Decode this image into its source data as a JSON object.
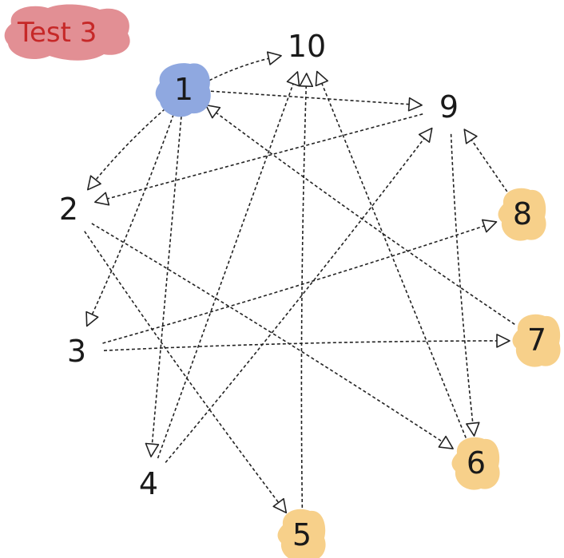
{
  "title": "Test 3",
  "colors": {
    "title_blob": "#e28f94",
    "title_text": "#c62828",
    "start_node": "#8fa8e0",
    "highlight_node": "#f7d08a",
    "ink": "#222222"
  },
  "nodes": [
    {
      "id": "1",
      "label": "1",
      "highlight": "start"
    },
    {
      "id": "2",
      "label": "2",
      "highlight": "none"
    },
    {
      "id": "3",
      "label": "3",
      "highlight": "none"
    },
    {
      "id": "4",
      "label": "4",
      "highlight": "none"
    },
    {
      "id": "5",
      "label": "5",
      "highlight": "target"
    },
    {
      "id": "6",
      "label": "6",
      "highlight": "target"
    },
    {
      "id": "7",
      "label": "7",
      "highlight": "target"
    },
    {
      "id": "8",
      "label": "8",
      "highlight": "target"
    },
    {
      "id": "9",
      "label": "9",
      "highlight": "none"
    },
    {
      "id": "10",
      "label": "10",
      "highlight": "none"
    }
  ],
  "edges": [
    {
      "from": "1",
      "to": "10"
    },
    {
      "from": "1",
      "to": "9"
    },
    {
      "from": "1",
      "to": "2"
    },
    {
      "from": "1",
      "to": "3"
    },
    {
      "from": "1",
      "to": "4"
    },
    {
      "from": "2",
      "to": "5"
    },
    {
      "from": "2",
      "to": "6"
    },
    {
      "from": "9",
      "to": "2"
    },
    {
      "from": "3",
      "to": "8"
    },
    {
      "from": "3",
      "to": "7"
    },
    {
      "from": "4",
      "to": "10"
    },
    {
      "from": "4",
      "to": "9"
    },
    {
      "from": "5",
      "to": "10"
    },
    {
      "from": "6",
      "to": "10"
    },
    {
      "from": "9",
      "to": "6"
    },
    {
      "from": "7",
      "to": "1"
    },
    {
      "from": "8",
      "to": "9"
    }
  ]
}
